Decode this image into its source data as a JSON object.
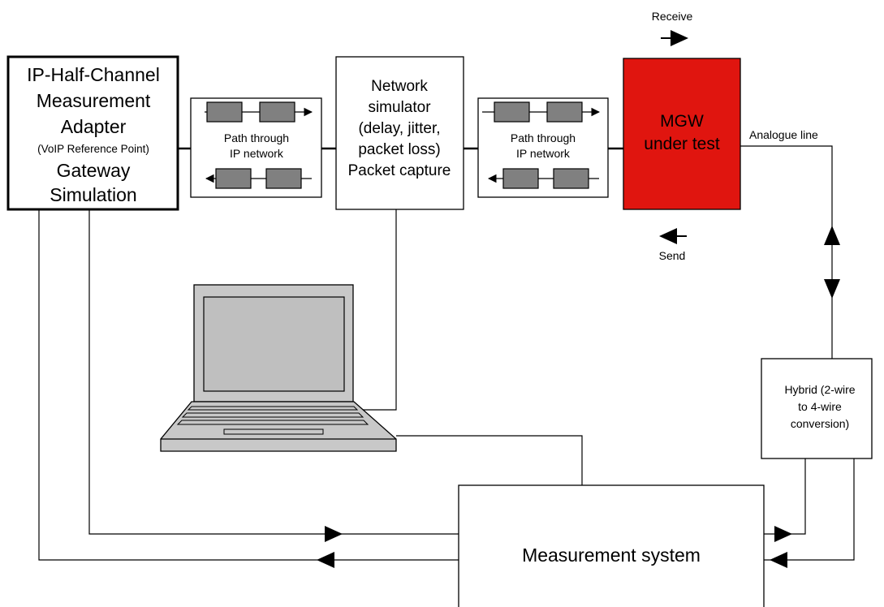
{
  "colors": {
    "line": "#000000",
    "mgw_fill": "#e0150f",
    "path_block_fill": "#808080",
    "laptop_body": "#c8c8c8",
    "laptop_screen": "#bfbfbf",
    "background": "#ffffff"
  },
  "adapter": {
    "line1": "IP-Half-Channel",
    "line2": "Measurement",
    "line3": "Adapter",
    "line4": "(VoIP Reference Point)",
    "line5": "Gateway",
    "line6": "Simulation"
  },
  "path_left": {
    "line1": "Path through",
    "line2": "IP network"
  },
  "network_simulator": {
    "line1": "Network",
    "line2": "simulator",
    "line3": "(delay, jitter,",
    "line4": "packet loss)",
    "line5": "Packet capture"
  },
  "path_right": {
    "line1": "Path through",
    "line2": "IP network"
  },
  "mgw": {
    "line1": "MGW",
    "line2": "under test"
  },
  "labels": {
    "receive": "Receive",
    "send": "Send",
    "analogue_line": "Analogue line"
  },
  "hybrid": {
    "line1": "Hybrid (2-wire",
    "line2": "to 4-wire",
    "line3": "conversion)"
  },
  "measurement": {
    "label": "Measurement system"
  },
  "icons": {
    "laptop": "laptop-icon"
  }
}
